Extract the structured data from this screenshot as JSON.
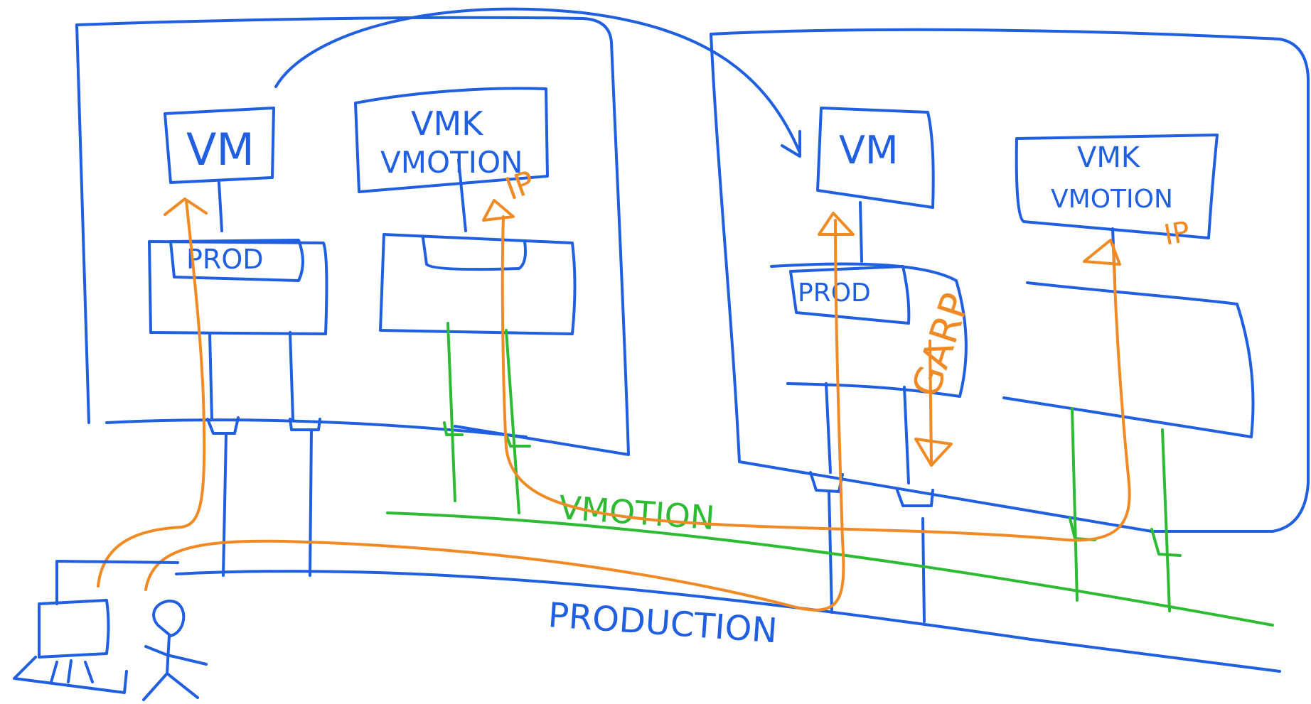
{
  "labels": {
    "host1_vm": "VM",
    "host1_vmk_line1": "VMK",
    "host1_vmk_line2": "VMOTION",
    "host1_ip": "IP",
    "host1_prod": "PROD",
    "host2_vm": "VM",
    "host2_vmk_line1": "VMK",
    "host2_vmk_line2": "VMOTION",
    "host2_ip": "IP",
    "host2_prod": "PROD",
    "garp": "GARP",
    "vmotion_network": "VMOTION",
    "production_network": "PRODUCTION"
  },
  "colors": {
    "infrastructure": "#1f5fe0",
    "traffic_path": "#f08a24",
    "vmotion_network": "#2dbb33"
  }
}
